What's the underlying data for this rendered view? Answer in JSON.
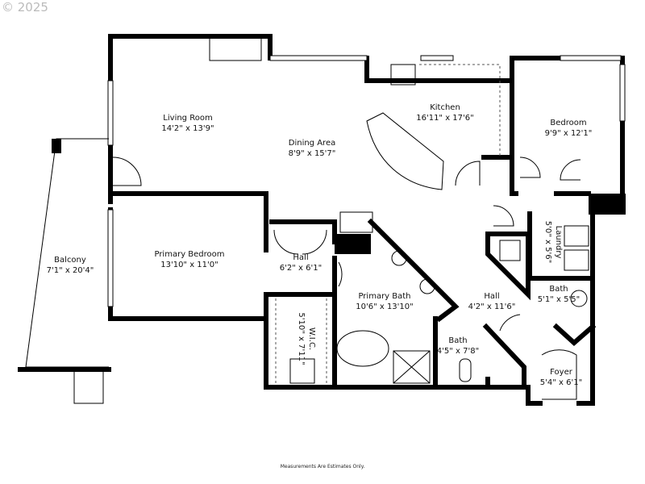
{
  "watermark": "© 2025",
  "footer_note": "Measurements Are Estimates Only.",
  "rooms": [
    {
      "name": "Living Room",
      "size": "14'2\" x 13'9\""
    },
    {
      "name": "Dining Area",
      "size": "8'9\" x 15'7\""
    },
    {
      "name": "Kitchen",
      "size": "16'11\" x 17'6\""
    },
    {
      "name": "Bedroom",
      "size": "9'9\" x 12'1\""
    },
    {
      "name": "Balcony",
      "size": "7'1\" x 20'4\""
    },
    {
      "name": "Primary Bedroom",
      "size": "13'10\" x 11'0\""
    },
    {
      "name": "Hall",
      "size": "6'2\" x 6'1\""
    },
    {
      "name": "W.I.C.",
      "size": "5'10\" x 7'11\""
    },
    {
      "name": "Primary Bath",
      "size": "10'6\" x 13'10\""
    },
    {
      "name": "Hall",
      "size": "4'2\" x 11'6\""
    },
    {
      "name": "Laundry",
      "size": "5'0\" x 5'6\""
    },
    {
      "name": "Bath",
      "size": "5'1\" x 5'5\""
    },
    {
      "name": "Bath",
      "size": "4'5\" x 7'8\""
    },
    {
      "name": "Foyer",
      "size": "5'4\" x 6'1\""
    }
  ]
}
